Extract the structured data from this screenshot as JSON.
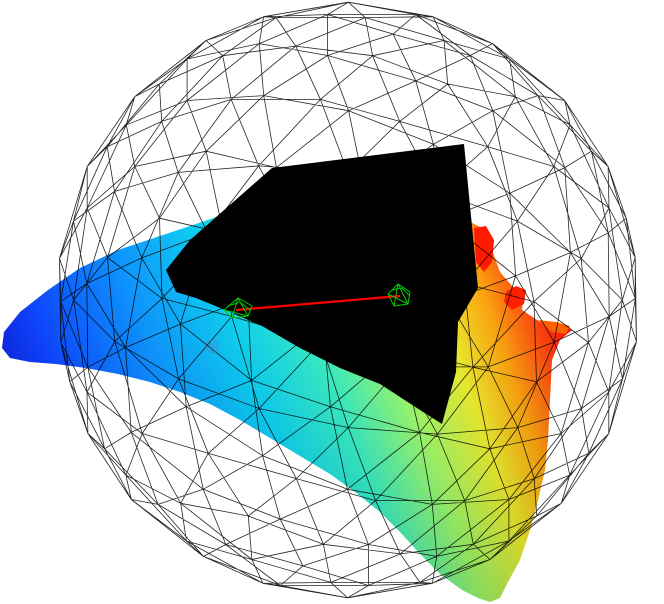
{
  "viewer": {
    "background": "#ffffff",
    "colormap": [
      "#0000c8",
      "#0050ff",
      "#00b4ff",
      "#00e6e6",
      "#50ff9a",
      "#e6ff3c",
      "#ffb400",
      "#ff3c00",
      "#ff0000"
    ],
    "wireframe_color": "#000000",
    "occluder_color": "#000000",
    "link_color": "#ff0000",
    "marker_color": "#00cc00",
    "icons": [
      "wireframe-sphere",
      "point-cloud-surface",
      "camera-frustum-icon",
      "camera-frustum-icon",
      "baseline-segment",
      "origin-marker-icon"
    ]
  }
}
